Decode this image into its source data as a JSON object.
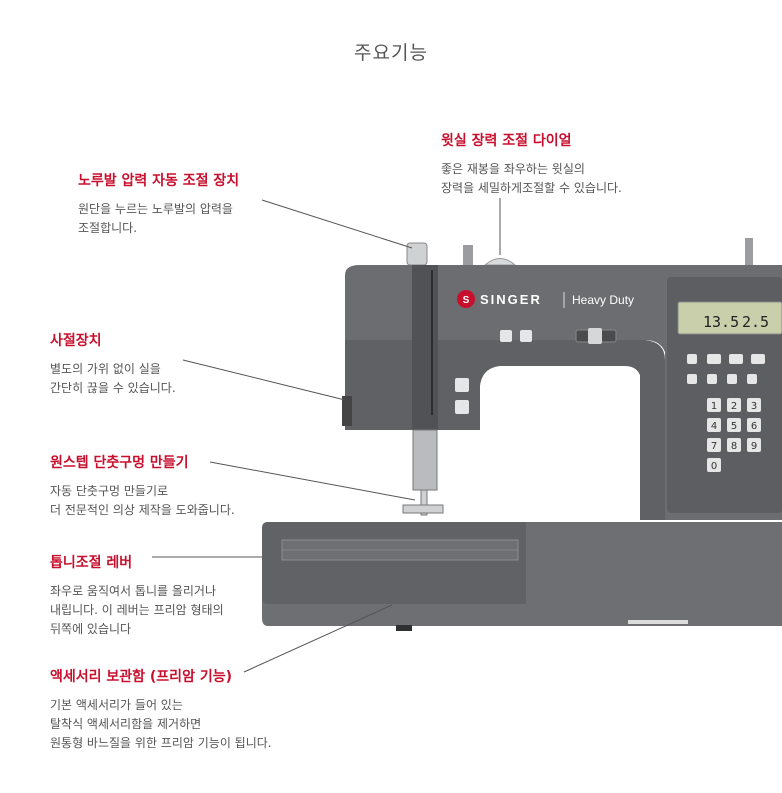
{
  "page": {
    "title": "주요기능"
  },
  "features": [
    {
      "title": "윗실 장력 조절 다이얼",
      "desc": "좋은 재봉을  좌우하는 윗실의\n장력을 세밀하게조절할 수 있습니다."
    },
    {
      "title": "노루발 압력 자동 조절 장치",
      "desc": "원단을 누르는 노루발의 압력을\n조절합니다."
    },
    {
      "title": "사절장치",
      "desc": "별도의 가위 없이 실을\n간단히 끊을 수 있습니다."
    },
    {
      "title": "원스텝 단춧구멍 만들기",
      "desc": "자동 단춧구멍 만들기로\n더 전문적인 의상 제작을 도와줍니다."
    },
    {
      "title": "톱니조절 레버",
      "desc": "좌우로 움직여서 톱니를 올리거나\n내립니다. 이 레버는 프리암 형태의\n뒤쪽에 있습니다"
    },
    {
      "title": "액세서리 보관함 (프리암 기능)",
      "desc": "기본 액세서리가 들어 있는\n탈착식 액세서리함을 제거하면\n원통형 바느질을 위한 프리암 기능이 됩니다."
    }
  ],
  "machine": {
    "brand": "SINGER",
    "model": "Heavy Duty",
    "lcd_value_left": "13.5",
    "lcd_value_right": "2.5",
    "keypad": [
      "1",
      "2",
      "3",
      "4",
      "5",
      "6",
      "7",
      "8",
      "9",
      "0"
    ],
    "colors": {
      "body": "#6b6d70",
      "body_dark": "#56585b",
      "accent": "#c8102e"
    }
  }
}
